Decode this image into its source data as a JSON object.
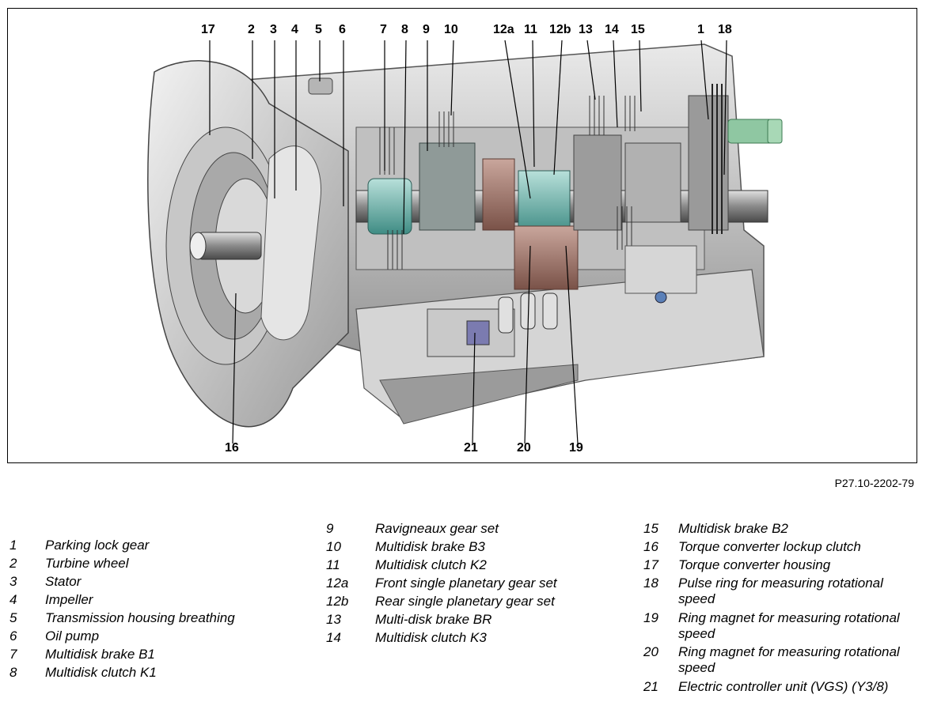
{
  "figure": {
    "code": "P27.10-2202-79",
    "callouts": [
      {
        "label": "17"
      },
      {
        "label": "2"
      },
      {
        "label": "3"
      },
      {
        "label": "4"
      },
      {
        "label": "5"
      },
      {
        "label": "6"
      },
      {
        "label": "7"
      },
      {
        "label": "8"
      },
      {
        "label": "9"
      },
      {
        "label": "10"
      },
      {
        "label": "12a"
      },
      {
        "label": "11"
      },
      {
        "label": "12b"
      },
      {
        "label": "13"
      },
      {
        "label": "14"
      },
      {
        "label": "15"
      },
      {
        "label": "1"
      },
      {
        "label": "18"
      },
      {
        "label": "16"
      },
      {
        "label": "21"
      },
      {
        "label": "20"
      },
      {
        "label": "19"
      }
    ]
  },
  "legend": [
    {
      "num": "1",
      "text": "Parking lock gear"
    },
    {
      "num": "2",
      "text": "Turbine wheel"
    },
    {
      "num": "3",
      "text": "Stator"
    },
    {
      "num": "4",
      "text": "Impeller"
    },
    {
      "num": "5",
      "text": "Transmission housing breathing"
    },
    {
      "num": "6",
      "text": "Oil pump"
    },
    {
      "num": "7",
      "text": "Multidisk brake B1"
    },
    {
      "num": "8",
      "text": "Multidisk clutch K1"
    },
    {
      "num": "9",
      "text": "Ravigneaux gear set"
    },
    {
      "num": "10",
      "text": "Multidisk brake B3"
    },
    {
      "num": "11",
      "text": "Multidisk clutch K2"
    },
    {
      "num": "12a",
      "text": "Front single planetary gear set"
    },
    {
      "num": "12b",
      "text": "Rear single planetary gear set"
    },
    {
      "num": "13",
      "text": "Multi-disk brake BR"
    },
    {
      "num": "14",
      "text": "Multidisk clutch K3"
    },
    {
      "num": "15",
      "text": "Multidisk brake B2"
    },
    {
      "num": "16",
      "text": "Torque converter lockup clutch"
    },
    {
      "num": "17",
      "text": "Torque converter housing"
    },
    {
      "num": "18",
      "text": "Pulse ring for measuring rotational speed"
    },
    {
      "num": "19",
      "text": "Ring magnet for measuring rotational speed"
    },
    {
      "num": "20",
      "text": "Ring magnet for measuring rotational speed"
    },
    {
      "num": "21",
      "text": "Electric controller unit (VGS) (Y3/8)"
    }
  ]
}
